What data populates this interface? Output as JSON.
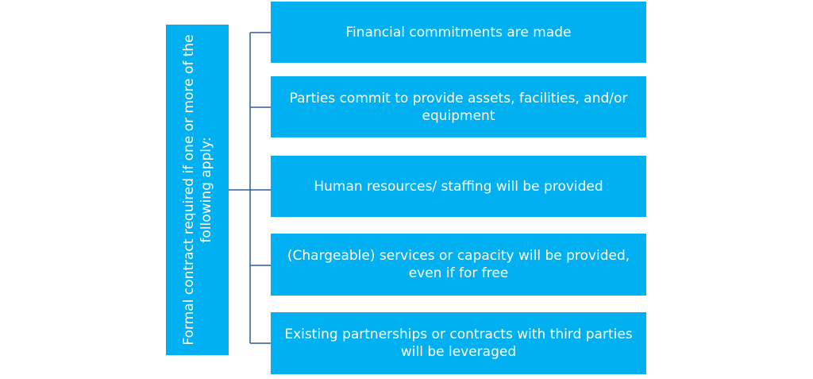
{
  "diagram": {
    "root_label": "Formal contract required if one or more of the following apply:",
    "items": [
      "Financial commitments are made",
      "Parties commit to provide assets, facilities, and/or equipment",
      "Human resources/ staffing will be provided",
      "(Chargeable) services or capacity will be provided, even if for free",
      "Existing partnerships or contracts with third parties will be leveraged"
    ]
  },
  "colors": {
    "box_fill": "#00b0f0",
    "box_text": "#ffffff",
    "connector": "#2e5c9a"
  }
}
